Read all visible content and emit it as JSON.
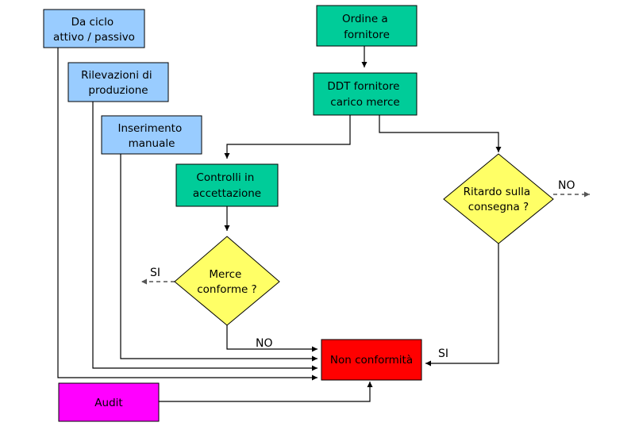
{
  "nodes": {
    "ciclo": {
      "lines": [
        "Da ciclo",
        "attivo / passivo"
      ],
      "color": "#99ccff"
    },
    "rilevazioni": {
      "lines": [
        "Rilevazioni di",
        "produzione"
      ],
      "color": "#99ccff"
    },
    "inserimento": {
      "lines": [
        "Inserimento",
        "manuale"
      ],
      "color": "#99ccff"
    },
    "ordine": {
      "lines": [
        "Ordine a",
        "fornitore"
      ],
      "color": "#00cc99"
    },
    "ddt": {
      "lines": [
        "DDT fornitore",
        "carico merce"
      ],
      "color": "#00cc99"
    },
    "controlli": {
      "lines": [
        "Controlli in",
        "accettazione"
      ],
      "color": "#00cc99"
    },
    "merce": {
      "lines": [
        "Merce",
        "conforme ?"
      ],
      "color": "#ffff66"
    },
    "ritardo": {
      "lines": [
        "Ritardo sulla",
        "consegna ?"
      ],
      "color": "#ffff66"
    },
    "nonconf": {
      "lines": [
        "Non conformità"
      ],
      "color": "#ff0000"
    },
    "audit": {
      "lines": [
        "Audit"
      ],
      "color": "#ff00ff"
    }
  },
  "edge_labels": {
    "merce_si": "SI",
    "merce_no": "NO",
    "ritardo_no": "NO",
    "ritardo_si": "SI"
  }
}
